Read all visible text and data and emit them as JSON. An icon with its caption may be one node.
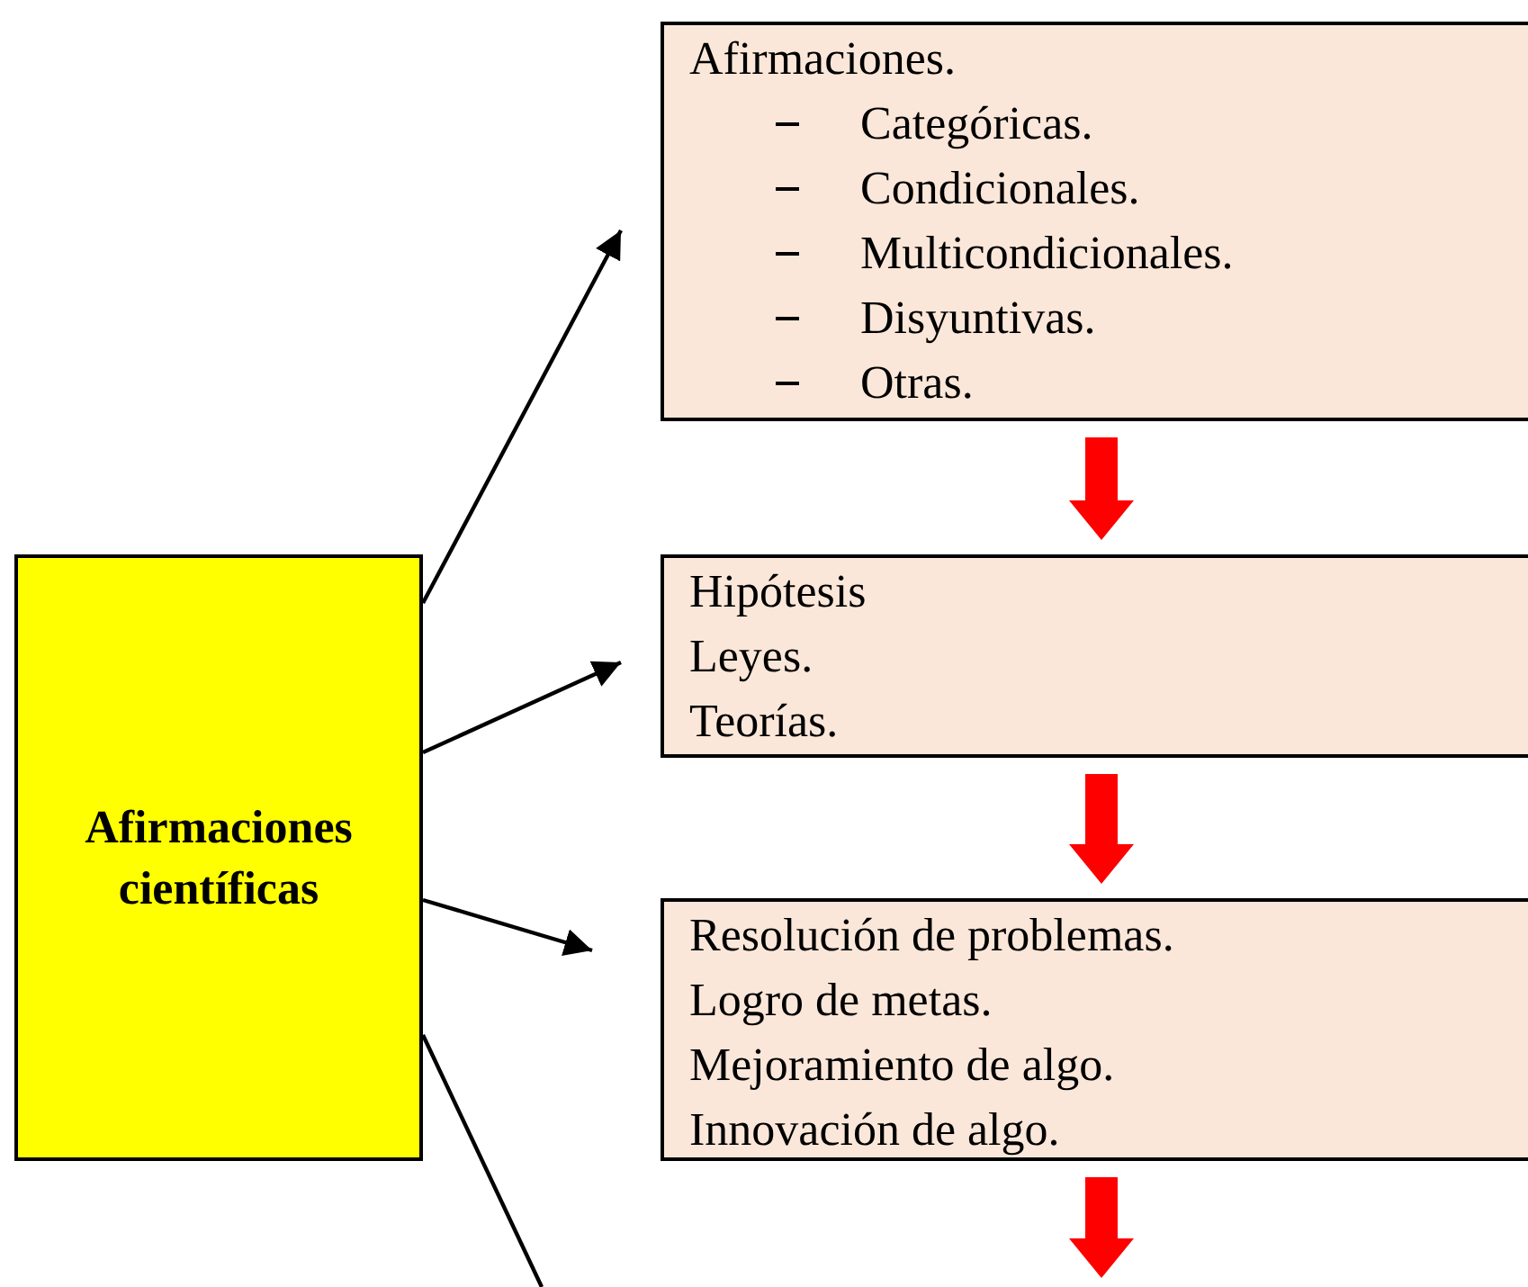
{
  "diagram": {
    "nodes": [
      {
        "text": [
          "Afirmaciones científicas"
        ]
      },
      {
        "text": [
          "Afirmaciones.",
          "Categóricas.",
          "Condicionales.",
          "Multicondicionales.",
          "Disyuntivas.",
          "Otras."
        ]
      },
      {
        "text": [
          "Hipótesis",
          "Leyes.",
          "Teorías."
        ]
      },
      {
        "text": [
          "Resolución de problemas.",
          "Logro de metas.",
          "Mejoramiento de algo.",
          "Innovación de algo."
        ]
      }
    ],
    "edges": [
      {
        "from": 0,
        "to": 1,
        "arrow": "to"
      },
      {
        "from": 0,
        "to": 2,
        "arrow": "to"
      },
      {
        "from": 0,
        "to": 3,
        "arrow": "to"
      },
      {
        "from": 0,
        "to": null,
        "arrow": "none"
      },
      {
        "from": 1,
        "to": 2,
        "arrow": "to",
        "style": "thick",
        "color": "#ff0000"
      },
      {
        "from": 2,
        "to": 3,
        "arrow": "to",
        "style": "thick",
        "color": "#ff0000"
      },
      {
        "from": 3,
        "to": null,
        "arrow": "to",
        "style": "thick",
        "color": "#ff0000"
      }
    ]
  }
}
